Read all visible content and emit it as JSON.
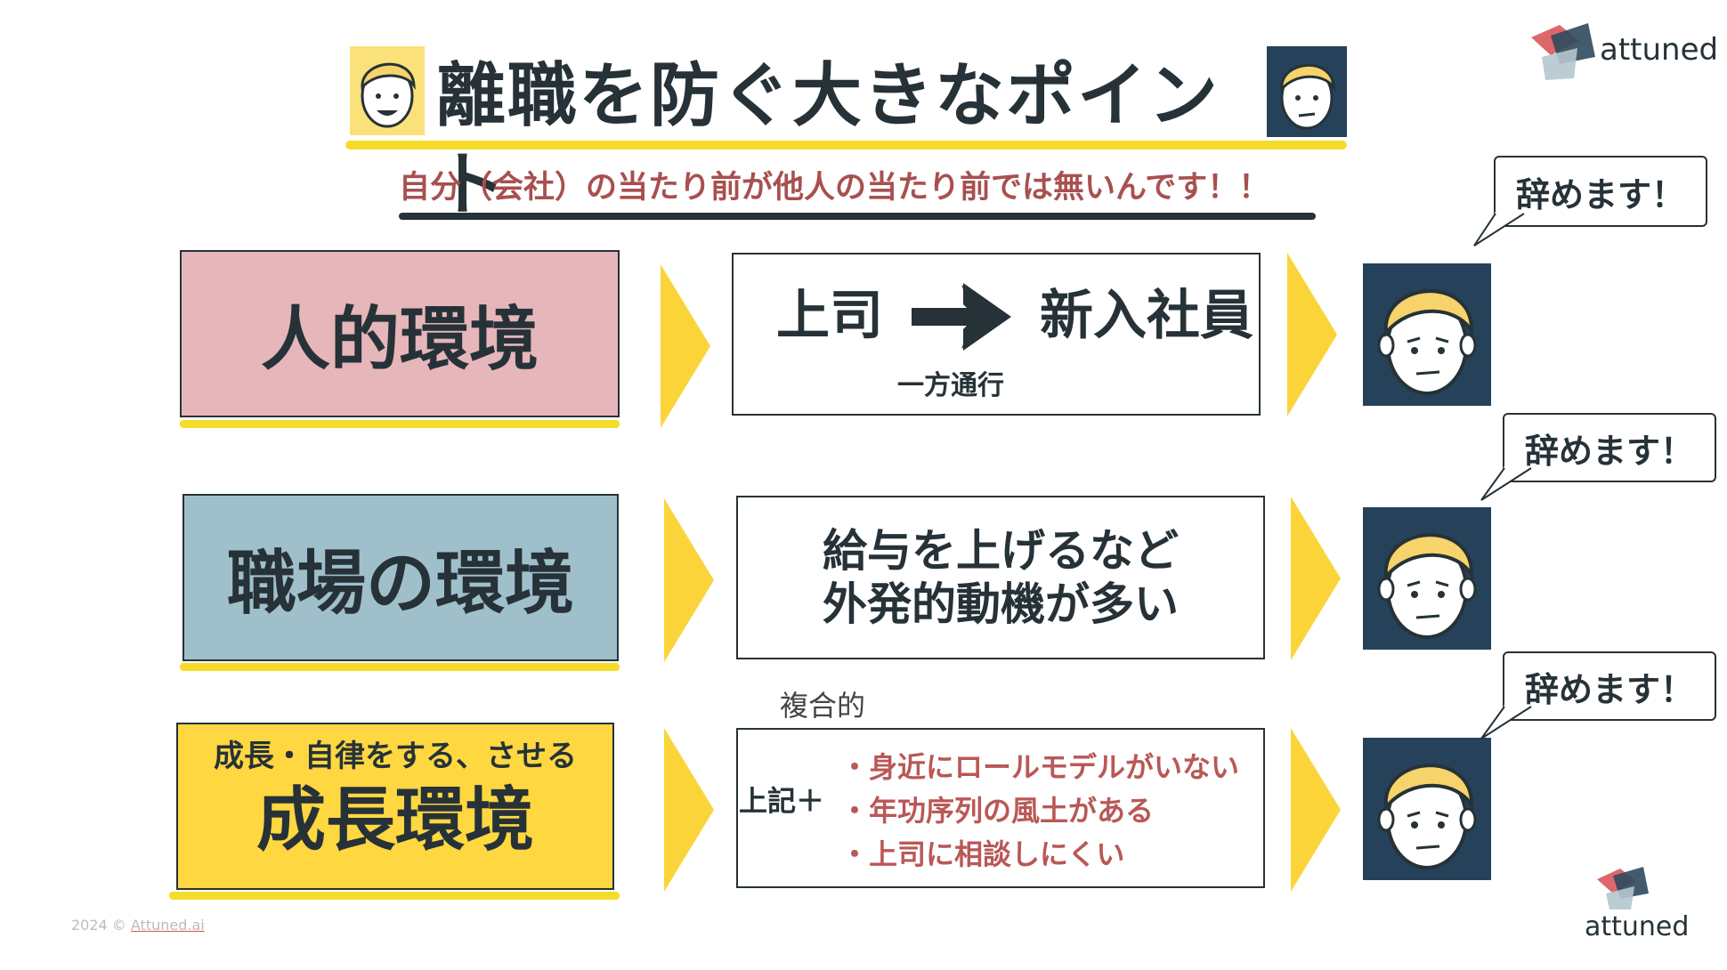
{
  "title": "離職を防ぐ大きなポイント",
  "subtitle": "自分（会社）の当たり前が他人の当たり前では無いんです！！",
  "brand": {
    "logo_text": "attuned",
    "copyright_prefix": "2024 © ",
    "copyright_link": "Attuned.ai"
  },
  "rows": [
    {
      "category": "人的環境",
      "from": "上司",
      "to": "新入社員",
      "arrow_caption": "一方通行",
      "bubble": "辞めます！"
    },
    {
      "category": "職場の環境",
      "line1": "給与を上げるなど",
      "line2": "外発的動機が多い",
      "bubble": "辞めます！"
    },
    {
      "category_small": "成長・自律をする、させる",
      "category": "成長環境",
      "label_above": "複合的",
      "prefix": "上記＋",
      "bullets": [
        "・身近にロールモデルがいない",
        "・年功序列の風土がある",
        "・上司に相談しにくい"
      ],
      "bubble": "辞めます！"
    }
  ],
  "colors": {
    "navy": "#263238",
    "yellow": "#ffd740",
    "pink": "#e6b6ba",
    "blue": "#9fbfcb",
    "accent_red": "#b95856",
    "face_bg": "#26415a",
    "hair": "#f6d36b"
  }
}
